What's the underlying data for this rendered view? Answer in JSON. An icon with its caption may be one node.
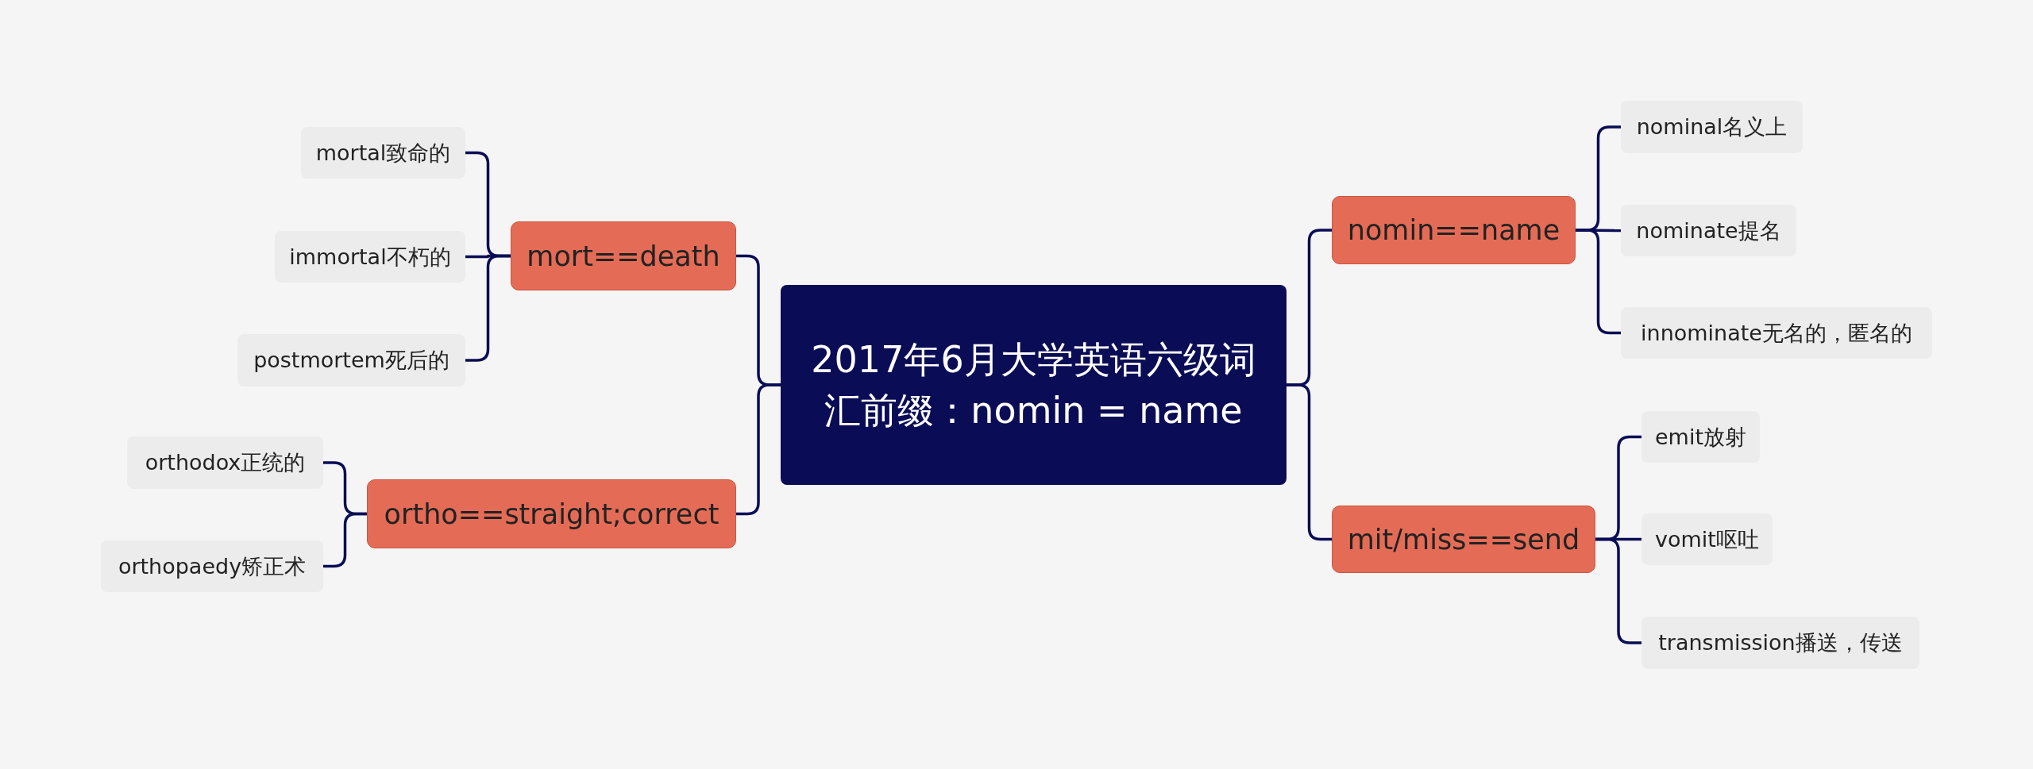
{
  "diagram": {
    "nodes": [
      {
        "text": [
          "2017年6月大学英语六级词汇前缀：nomin = name"
        ]
      },
      {
        "text": [
          "mort==death"
        ]
      },
      {
        "text": [
          "mortal致命的"
        ]
      },
      {
        "text": [
          "immortal不朽的"
        ]
      },
      {
        "text": [
          "postmortem死后的"
        ]
      },
      {
        "text": [
          "ortho==straight;correct"
        ]
      },
      {
        "text": [
          "orthodox正统的"
        ]
      },
      {
        "text": [
          "orthopaedy矫正术"
        ]
      },
      {
        "text": [
          "nomin==name"
        ]
      },
      {
        "text": [
          "nominal名义上"
        ]
      },
      {
        "text": [
          "nominate提名"
        ]
      },
      {
        "text": [
          "innominate无名的，匿名的"
        ]
      },
      {
        "text": [
          "mit/miss==send"
        ]
      },
      {
        "text": [
          "emit放射"
        ]
      },
      {
        "text": [
          "vomit呕吐"
        ]
      },
      {
        "text": [
          "transmission播送，传送"
        ]
      }
    ],
    "edges": [
      {
        "from": 0,
        "to": 1,
        "arrow": "none"
      },
      {
        "from": 1,
        "to": 2,
        "arrow": "none"
      },
      {
        "from": 1,
        "to": 3,
        "arrow": "none"
      },
      {
        "from": 1,
        "to": 4,
        "arrow": "none"
      },
      {
        "from": 0,
        "to": 5,
        "arrow": "none"
      },
      {
        "from": 5,
        "to": 6,
        "arrow": "none"
      },
      {
        "from": 5,
        "to": 7,
        "arrow": "none"
      },
      {
        "from": 0,
        "to": 8,
        "arrow": "none"
      },
      {
        "from": 8,
        "to": 9,
        "arrow": "none"
      },
      {
        "from": 8,
        "to": 10,
        "arrow": "none"
      },
      {
        "from": 8,
        "to": 11,
        "arrow": "none"
      },
      {
        "from": 0,
        "to": 12,
        "arrow": "none"
      },
      {
        "from": 12,
        "to": 13,
        "arrow": "none"
      },
      {
        "from": 12,
        "to": 14,
        "arrow": "none"
      },
      {
        "from": 12,
        "to": 15,
        "arrow": "none"
      }
    ]
  }
}
